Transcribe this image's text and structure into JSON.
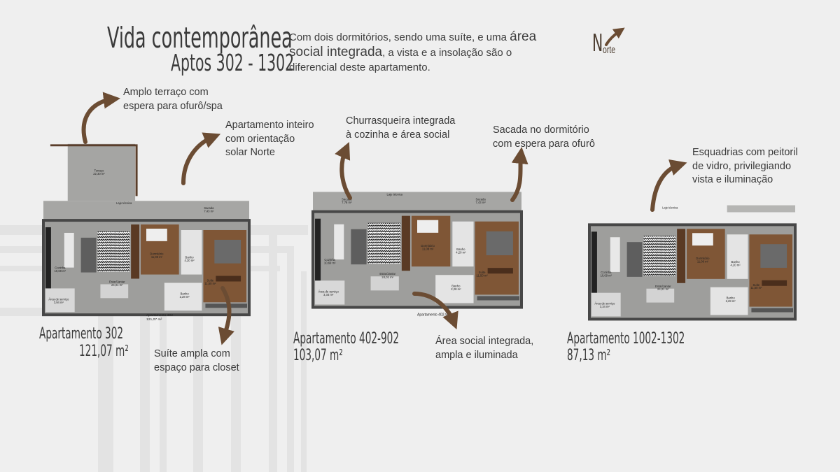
{
  "header": {
    "title": "Vida contemporânea",
    "subtitle": "Aptos 302 - 1302",
    "intro_part1": "Com dois dormitórios, sendo uma suíte, e uma ",
    "intro_highlight": "área social integrada",
    "intro_part2": ", a vista e a insolação são o diferencial deste apartamento.",
    "north_initial": "N",
    "north_rest": "orte"
  },
  "callouts": {
    "terrace": [
      "Amplo terraço com",
      "espera para ofurô/spa"
    ],
    "orientation": [
      "Apartamento inteiro",
      "com orientação",
      "solar Norte"
    ],
    "barbecue": [
      "Churrasqueira integrada",
      "à cozinha e área social"
    ],
    "balcony": [
      "Sacada no dormitório",
      "com espera para ofurô"
    ],
    "windows": [
      "Esquadrias com peitoril",
      "de vidro, privilegiando",
      "vista e iluminação"
    ],
    "suite": [
      "Suíte ampla com",
      "espaço para closet"
    ],
    "social": [
      "Área social integrada,",
      "ampla e iluminada"
    ]
  },
  "apartments": [
    {
      "name": "Apartamento 302",
      "area": "121,07 m²",
      "plan_caption": [
        "Apartamento 302",
        "121,07 m²"
      ],
      "rooms": {
        "terraco": [
          "Terraço",
          "22,30 m²"
        ],
        "laje": [
          "Laje técnica",
          ""
        ],
        "sacada2": [
          "Sacada",
          "7,43 m²"
        ],
        "cozinha": [
          "Cozinha",
          "10,69 m²"
        ],
        "dormitorio": [
          "Dormitório",
          "11,08 m²"
        ],
        "banho": [
          "Banho",
          "4,20 m²"
        ],
        "estar": [
          "Estar/Jantar",
          "24,01 m²"
        ],
        "suite": [
          "Suíte",
          "11,50 m²"
        ],
        "servico": [
          "Área de serviço",
          "3,94 m²"
        ],
        "banho2": [
          "Banho",
          "2,28 m²"
        ]
      }
    },
    {
      "name": "Apartamento 402-902",
      "area": "103,07 m²",
      "plan_caption": [
        "Apartamento 402-902",
        "103,07 m²"
      ],
      "rooms": {
        "sacada1": [
          "Sacada",
          "7,78 m²"
        ],
        "laje": [
          "Laje técnica",
          ""
        ],
        "sacada2": [
          "Sacada",
          "7,43 m²"
        ],
        "cozinha": [
          "Cozinha",
          "10,69 m²"
        ],
        "dormitorio": [
          "Dormitório",
          "11,08 m²"
        ],
        "banho": [
          "Banho",
          "4,20 m²"
        ],
        "estar": [
          "Estar/Jantar",
          "24,01 m²"
        ],
        "suite": [
          "Suíte",
          "11,50 m²"
        ],
        "servico": [
          "Área de serviço",
          "3,34 m²"
        ],
        "banho2": [
          "Banho",
          "2,28 m²"
        ]
      }
    },
    {
      "name": "Apartamento 1002-1302",
      "area": "87,13 m²",
      "plan_caption": [
        "Apartamento 1002-1302",
        "87,13 m²"
      ],
      "rooms": {
        "laje": [
          "Laje técnica",
          ""
        ],
        "cozinha": [
          "Cozinha",
          "10,69 m²"
        ],
        "dormitorio": [
          "Dormitório",
          "11,08 m²"
        ],
        "banho": [
          "Banho",
          "4,20 m²"
        ],
        "estar": [
          "Estar/Jantar",
          "24,01 m²"
        ],
        "suite": [
          "Suíte",
          "11,50 m²"
        ],
        "servico": [
          "Área de serviço",
          "3,34 m²"
        ],
        "banho2": [
          "Banho",
          "2,28 m²"
        ]
      }
    }
  ],
  "colors": {
    "background": "#efefef",
    "arrow": "#6b4c33",
    "wood": "#7f5636",
    "wall": "#474747",
    "floor": "#9e9e9c"
  }
}
